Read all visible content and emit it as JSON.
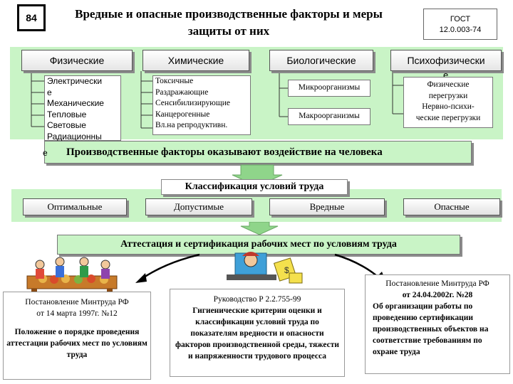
{
  "page_number": "84",
  "title": "Вредные и опасные производственные факторы и меры защиты от них",
  "gost": {
    "line1": "ГОСТ",
    "line2": "12.0.003-74"
  },
  "categories": [
    {
      "label": "Физические",
      "items": [
        "Электрически",
        "е",
        "Механические",
        "Тепловые",
        "Световые",
        "Радиационны"
      ]
    },
    {
      "label": "Химические",
      "items": [
        "Токсичные",
        "Раздражающие",
        "Сенсибилизирующие",
        "Канцерогенные",
        "Вл.на репродуктивн."
      ]
    },
    {
      "label": "Биологические",
      "items": [
        "Микроорганизмы",
        "Макроорганизмы"
      ]
    },
    {
      "label": "Психофизически",
      "label_overflow": "е",
      "items": [
        "Физические",
        "перегрузки",
        "Нервно-психи-",
        "ческие перегрузки"
      ]
    }
  ],
  "impact": {
    "prefix": "е",
    "text": "Производственные факторы оказывают воздействие на человека"
  },
  "classification": {
    "title": "Классификация условий труда",
    "conditions": [
      "Оптимальные",
      "Допустимые",
      "Вредные",
      "Опасные"
    ]
  },
  "attestation": "Аттестация и сертификация рабочих мест по условиям труда",
  "documents": {
    "left": {
      "line1": "Постановление Минтруда РФ",
      "line2": "от 14 марта 1997г. №12",
      "line3": "Положение о порядке проведения аттестации рабочих мест по условиям труда"
    },
    "center": {
      "line1": "Руководство     Р 2.2.755-99",
      "line2": "Гигиенические критерии оценки и классификации условий труда по показателям вредности и опасности факторов производственной среды, тяжести и напряженности трудового процесса"
    },
    "right": {
      "line1": "Постановление Минтруда РФ",
      "line2": "от 24.04.2002г. №28",
      "line3": "Об организации работы по проведению сертификации производственных объектов на соответствие требованиям  по охране труда"
    }
  },
  "colors": {
    "band": "#c9f4c6",
    "arrow": "#8fd58a",
    "box_border": "#555555"
  }
}
